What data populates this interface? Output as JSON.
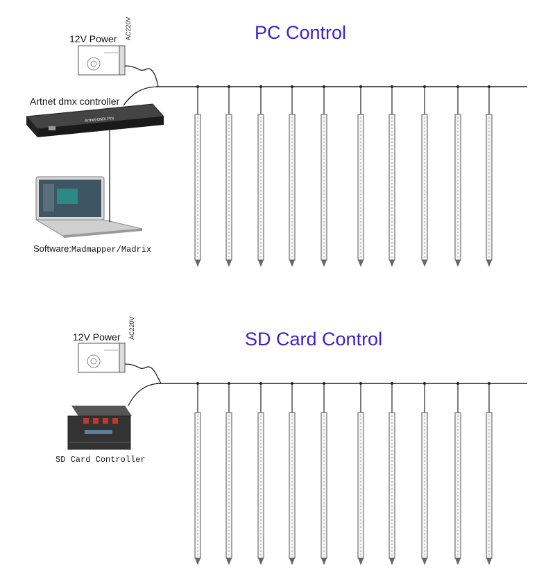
{
  "colors": {
    "title": "#3a1fd0",
    "line": "#222222",
    "tube": "#555555"
  },
  "pc_section": {
    "title": "PC Control",
    "power_label": "12V Power",
    "ac_label": "AC220V",
    "controller_label": "Artnet dmx controller",
    "controller_face_text": "Artnet-DMX Pro",
    "software_prefix": "Software:",
    "software_name": "Madmapper/Madrix",
    "tube_count": 10
  },
  "sd_section": {
    "title": "SD Card Control",
    "power_label": "12V Power",
    "ac_label": "AC220V",
    "controller_label": "SD Card Controller",
    "tube_count": 10
  },
  "icons": [
    "power-supply-icon",
    "dmx-controller-icon",
    "laptop-icon",
    "sd-controller-icon",
    "led-tube-icon"
  ]
}
